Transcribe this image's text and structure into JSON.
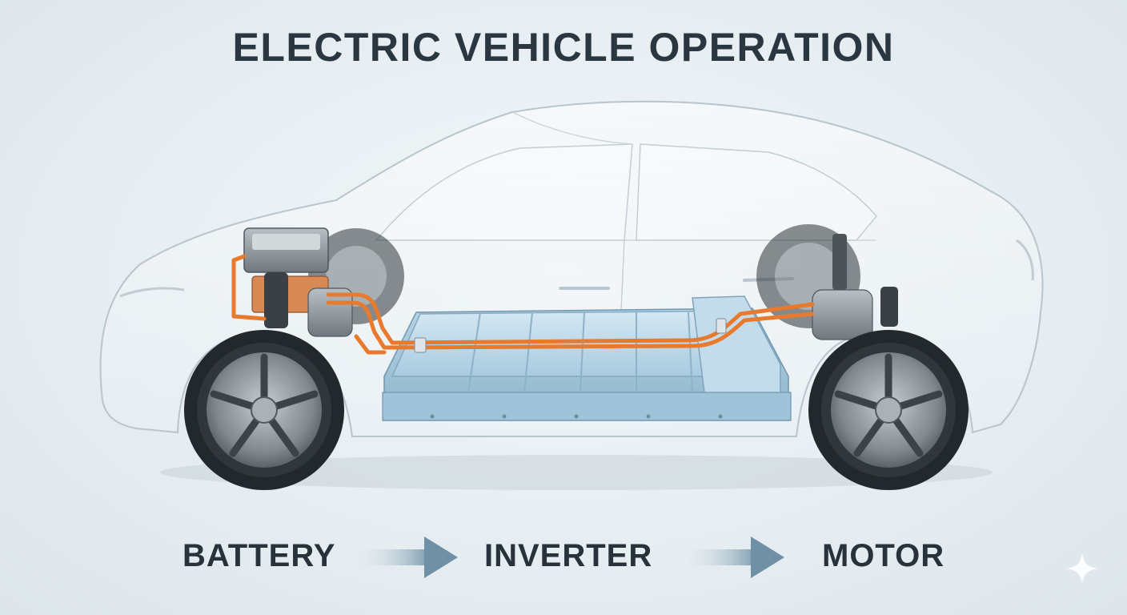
{
  "title": "ELECTRIC VEHICLE OPERATION",
  "flow": {
    "steps": [
      "BATTERY",
      "INVERTER",
      "MOTOR"
    ]
  },
  "colors": {
    "background": "#e6edf1",
    "title_text": "#2b3740",
    "cable_orange": "#e87a2e",
    "battery_blue": "#bcd8ea",
    "flow_arrow": "#7f9fb2",
    "tire": "#23282c",
    "rim": "#8d969c"
  },
  "icons": [
    "arrow-right-icon",
    "sparkle-icon"
  ]
}
